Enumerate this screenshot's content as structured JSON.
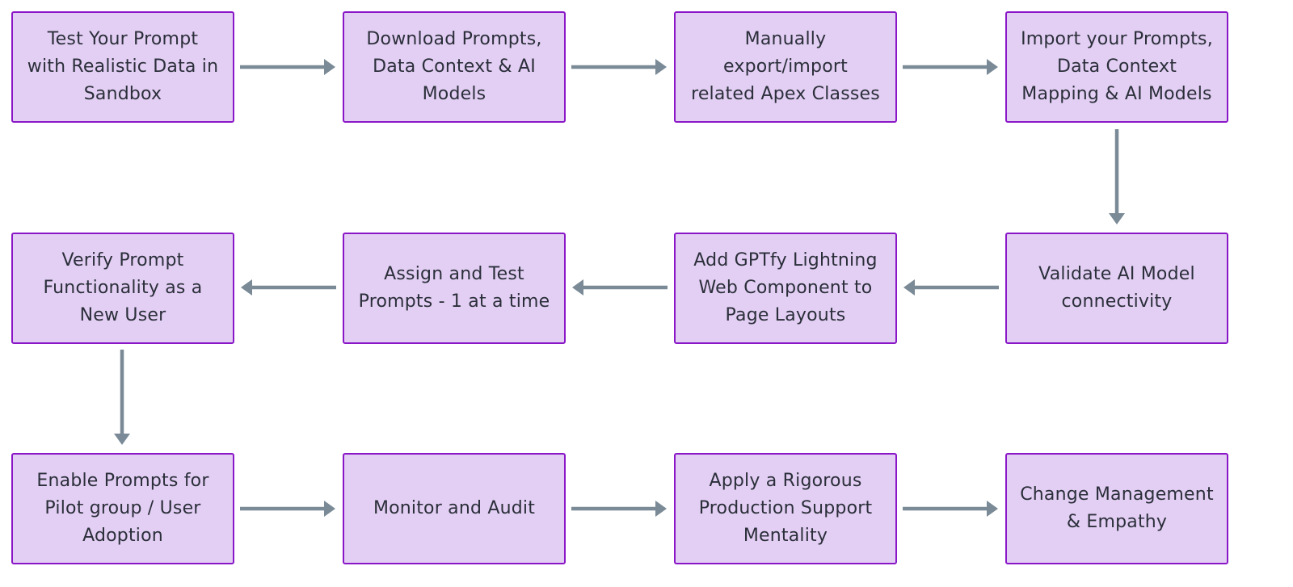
{
  "diagram": {
    "nodes": [
      {
        "id": "n1",
        "label": "Test Your Prompt\nwith Realistic Data in\nSandbox"
      },
      {
        "id": "n2",
        "label": "Download Prompts,\nData Context & AI\nModels"
      },
      {
        "id": "n3",
        "label": "Manually\nexport/import\nrelated Apex Classes"
      },
      {
        "id": "n4",
        "label": "Import your Prompts,\nData Context\nMapping & AI Models"
      },
      {
        "id": "n5",
        "label": "Validate AI Model\nconnectivity"
      },
      {
        "id": "n6",
        "label": "Add GPTfy Lightning\nWeb Component to\nPage Layouts"
      },
      {
        "id": "n7",
        "label": "Assign and Test\nPrompts - 1 at a time"
      },
      {
        "id": "n8",
        "label": "Verify Prompt\nFunctionality as a\nNew User"
      },
      {
        "id": "n9",
        "label": "Enable Prompts for\nPilot group / User\nAdoption"
      },
      {
        "id": "n10",
        "label": "Monitor and Audit"
      },
      {
        "id": "n11",
        "label": "Apply a Rigorous\nProduction Support\nMentality"
      },
      {
        "id": "n12",
        "label": "Change Management\n& Empathy"
      }
    ],
    "edges": [
      {
        "from": "n1",
        "to": "n2"
      },
      {
        "from": "n2",
        "to": "n3"
      },
      {
        "from": "n3",
        "to": "n4"
      },
      {
        "from": "n4",
        "to": "n5"
      },
      {
        "from": "n5",
        "to": "n6"
      },
      {
        "from": "n6",
        "to": "n7"
      },
      {
        "from": "n7",
        "to": "n8"
      },
      {
        "from": "n8",
        "to": "n9"
      },
      {
        "from": "n9",
        "to": "n10"
      },
      {
        "from": "n10",
        "to": "n11"
      },
      {
        "from": "n11",
        "to": "n12"
      }
    ]
  },
  "colors": {
    "node_fill": "#e3cff4",
    "node_border": "#8a17c7",
    "text": "#2b2f3a",
    "arrow": "#7a8a96"
  }
}
